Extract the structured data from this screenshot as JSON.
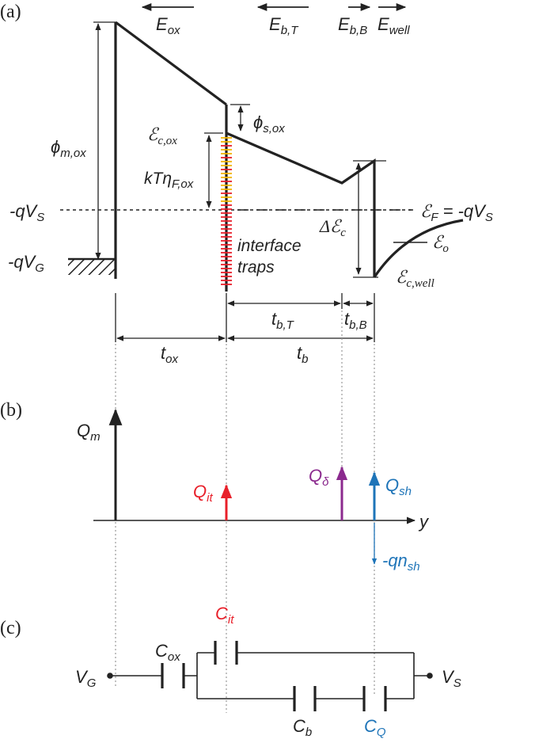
{
  "panels": {
    "a": {
      "label": "(a)",
      "fields": {
        "ox": {
          "main": "E",
          "sub": "ox"
        },
        "b_T": {
          "main": "E",
          "sub": "b,T"
        },
        "b_B": {
          "main": "E",
          "sub": "b,B"
        },
        "well": {
          "main": "E",
          "sub": "well"
        }
      },
      "labels": {
        "phi_m_ox": {
          "main": "ϕ",
          "sub": "m,ox"
        },
        "phi_s_ox": {
          "main": "ϕ",
          "sub": "s,ox"
        },
        "Ec_ox": {
          "main": "ℰ",
          "sub": "c,ox"
        },
        "kT_eta": {
          "main": "kTη",
          "sub": "F,ox"
        },
        "qVS": {
          "main": "-qV",
          "sub": "S"
        },
        "qVG": {
          "main": "-qV",
          "sub": "G"
        },
        "interface_traps_1": "interface",
        "interface_traps_2": "traps",
        "delta_Ec": {
          "main": "Δℰ",
          "sub": "c"
        },
        "EF": {
          "main": "ℰ",
          "sub": "F",
          "tail": " = -qV",
          "tail_sub": "S"
        },
        "Eo": {
          "main": "ℰ",
          "sub": "o"
        },
        "Ec_well": {
          "main": "ℰ",
          "sub": "c,well"
        },
        "t_bT": {
          "main": "t",
          "sub": "b,T"
        },
        "t_bB": {
          "main": "t",
          "sub": "b,B"
        },
        "t_ox": {
          "main": "t",
          "sub": "ox"
        },
        "t_b": {
          "main": "t",
          "sub": "b"
        }
      }
    },
    "b": {
      "label": "(b)",
      "labels": {
        "Qm": {
          "main": "Q",
          "sub": "m"
        },
        "Qit": {
          "main": "Q",
          "sub": "it"
        },
        "Qdelta": {
          "main": "Q",
          "sub": "δ"
        },
        "Qsh": {
          "main": "Q",
          "sub": "sh"
        },
        "qnsh": {
          "main": "-qn",
          "sub": "sh"
        },
        "y": "y"
      }
    },
    "c": {
      "label": "(c)",
      "labels": {
        "VG": {
          "main": "V",
          "sub": "G"
        },
        "VS": {
          "main": "V",
          "sub": "S"
        },
        "Cox": {
          "main": "C",
          "sub": "ox"
        },
        "Cit": {
          "main": "C",
          "sub": "it"
        },
        "Cb": {
          "main": "C",
          "sub": "b"
        },
        "CQ": {
          "main": "C",
          "sub": "Q"
        }
      }
    }
  },
  "colors": {
    "ink": "#222222",
    "red": "#e8202a",
    "purple": "#8b2a8e",
    "blue": "#1e74b8",
    "trap_orange": "#f2b400",
    "trap_red": "#e8202a",
    "guide": "#9a9a9a"
  }
}
